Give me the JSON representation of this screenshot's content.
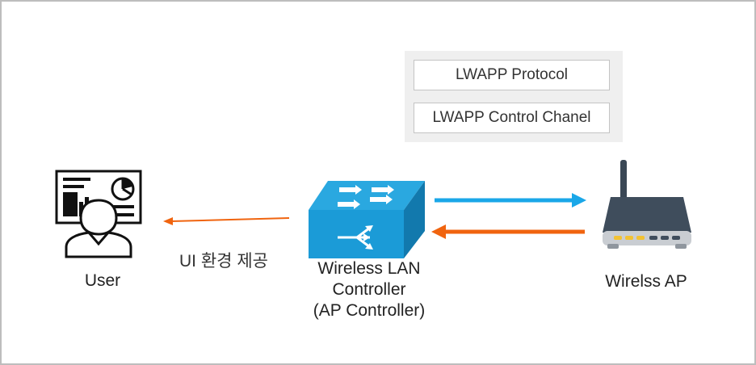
{
  "protocol_panel": {
    "items": [
      "LWAPP Protocol",
      "LWAPP Control Chanel"
    ]
  },
  "nodes": {
    "user": "User",
    "wlc_line1": "Wireless LAN",
    "wlc_line2": "Controller",
    "wlc_line3": "(AP Controller)",
    "ap": "Wirelss AP"
  },
  "edge_labels": {
    "ui_provide": "UI 환경 제공"
  },
  "colors": {
    "blue_arrow": "#1aa7e8",
    "orange_arrow": "#f0640f",
    "switch_blue": "#1b9bd7",
    "frame_border": "#bdbdbd"
  },
  "icons": [
    "user-monitor-icon",
    "switch-icon",
    "wireless-router-icon"
  ]
}
